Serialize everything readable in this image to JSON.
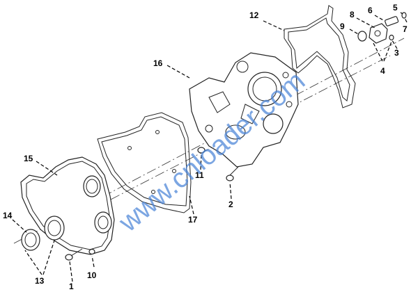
{
  "diagram": {
    "watermark": "www.cnloader.com",
    "callouts": [
      "1",
      "2",
      "3",
      "4",
      "5",
      "6",
      "7",
      "8",
      "9",
      "10",
      "11",
      "12",
      "13",
      "14",
      "15",
      "16",
      "17"
    ]
  }
}
